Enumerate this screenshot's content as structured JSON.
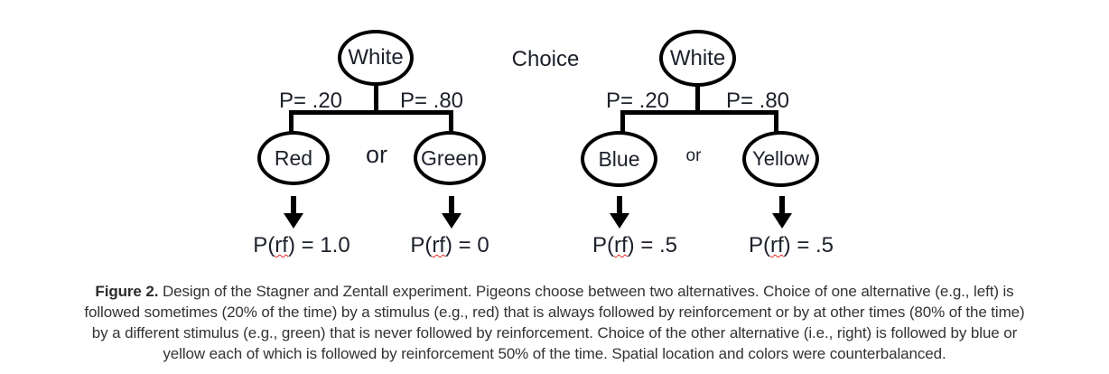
{
  "figure": {
    "choice_label": "Choice",
    "trees": [
      {
        "side": "left",
        "root_label": "White",
        "left_branch_prob": "P= .20",
        "right_branch_prob": "P= .80",
        "left_stimulus": "Red",
        "or_label": "or",
        "right_stimulus": "Green",
        "left_outcome": {
          "pre": "P(",
          "underlined": "rf",
          "post": ") = 1.0"
        },
        "right_outcome": {
          "pre": "P(",
          "underlined": "rf",
          "post": ") = 0"
        }
      },
      {
        "side": "right",
        "root_label": "White",
        "left_branch_prob": "P= .20",
        "right_branch_prob": "P= .80",
        "left_stimulus": "Blue",
        "or_label": "or",
        "right_stimulus": "Yellow",
        "left_outcome": {
          "pre": "P(",
          "underlined": "rf",
          "post": ") = .5"
        },
        "right_outcome": {
          "pre": "P(",
          "underlined": "rf",
          "post": ") = .5"
        }
      }
    ]
  },
  "caption": {
    "bold_label": "Figure 2.",
    "lines": [
      " Design of the Stagner and Zentall experiment. Pigeons choose between two alternatives. Choice of one alternative (e.g., left) is",
      "followed sometimes (20% of the time) by a stimulus (e.g., red) that is always followed by reinforcement or by at other times (80% of the time)",
      "by a different stimulus (e.g., green) that is never followed by reinforcement. Choice of the other alternative (i.e., right) is followed by blue or",
      "yellow each of which is followed by reinforcement 50% of the time. Spatial location and colors were counterbalanced."
    ]
  },
  "colors": {
    "diagram_ink": "#000000",
    "diagram_text": "#1c202a",
    "caption_text": "#333333",
    "spellcheck_underline": "#e02b20",
    "background": "#ffffff"
  }
}
